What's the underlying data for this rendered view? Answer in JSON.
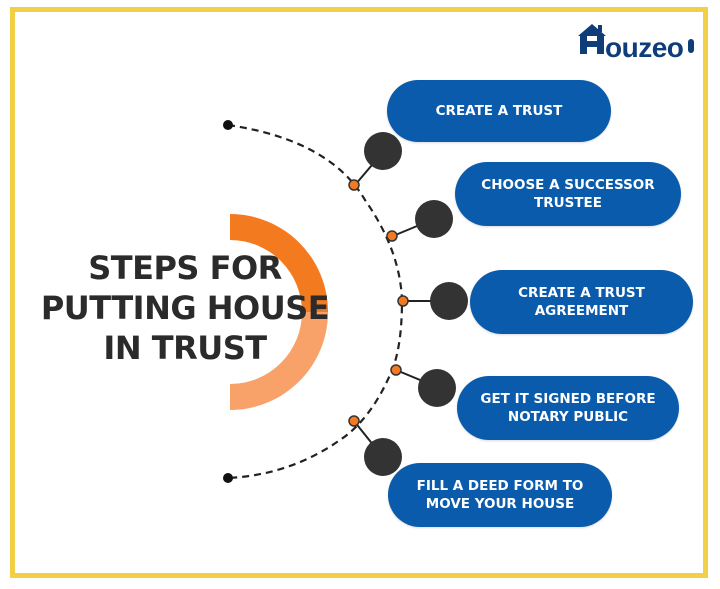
{
  "logo": {
    "brand": "Houzeo",
    "first_letter": "H",
    "rest": "ouzeo",
    "color": "#0f3d7a"
  },
  "title": {
    "lines": [
      "STEPS FOR",
      "PUTTING HOUSE",
      "IN TRUST"
    ]
  },
  "steps": [
    {
      "label_lines": [
        "CREATE A TRUST"
      ]
    },
    {
      "label_lines": [
        "CHOOSE A SUCCESSOR",
        "TRUSTEE"
      ]
    },
    {
      "label_lines": [
        "CREATE A TRUST",
        "AGREEMENT"
      ]
    },
    {
      "label_lines": [
        "GET IT SIGNED BEFORE",
        "NOTARY PUBLIC"
      ]
    },
    {
      "label_lines": [
        "FILL A DEED FORM TO",
        "MOVE YOUR HOUSE"
      ]
    }
  ],
  "colors": {
    "frame": "#f3cf45",
    "pill": "#0b5bad",
    "arc_dark_orange": "#f47a1f",
    "arc_light_orange": "#f8a26a",
    "node_dark": "#333333",
    "title_text": "#2b2b2b"
  }
}
